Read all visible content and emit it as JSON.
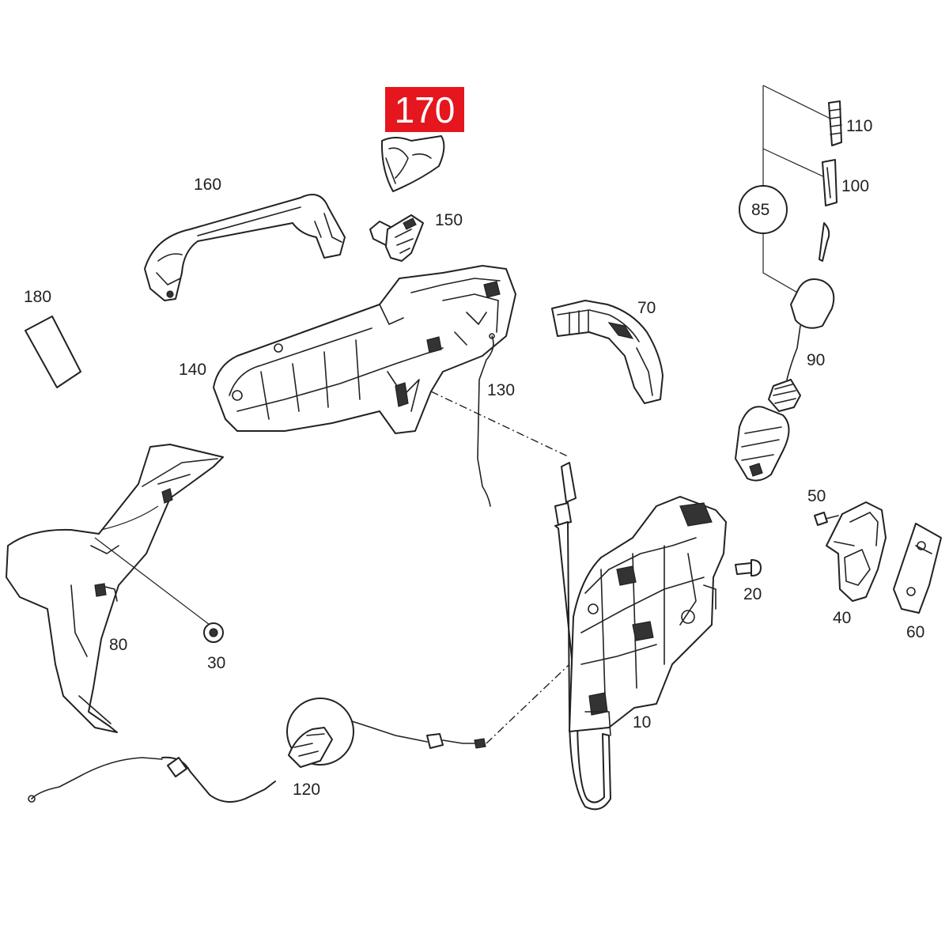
{
  "highlight": {
    "label": "170",
    "color": "#e5161d"
  },
  "callouts": {
    "p10": "10",
    "p20": "20",
    "p30": "30",
    "p40": "40",
    "p50": "50",
    "p60": "60",
    "p70": "70",
    "p80": "80",
    "p85": "85",
    "p90": "90",
    "p100": "100",
    "p110": "110",
    "p120": "120",
    "p130": "130",
    "p140": "140",
    "p150": "150",
    "p160": "160",
    "p180": "180"
  }
}
